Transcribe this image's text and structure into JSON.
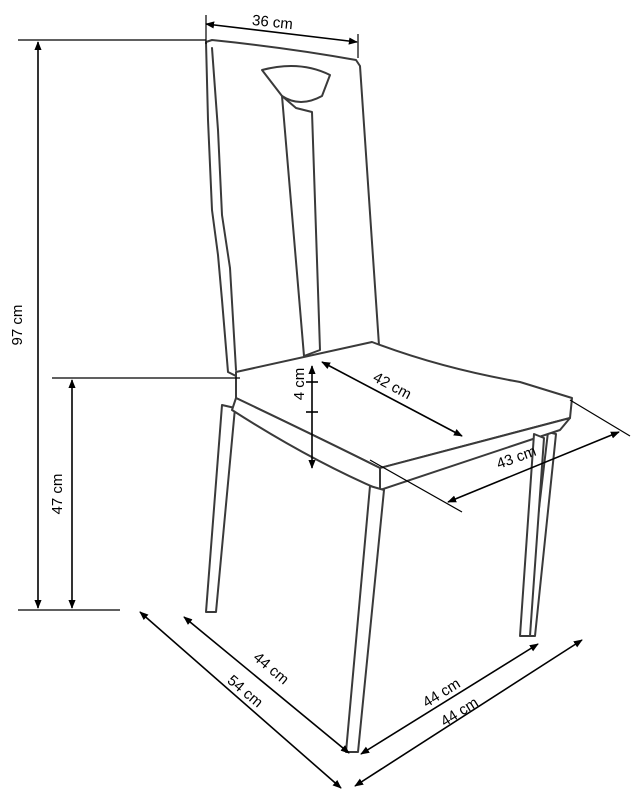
{
  "dimensions": {
    "top_width": "36 cm",
    "total_height": "97 cm",
    "seat_height": "47 cm",
    "seat_thickness": "4 cm",
    "seat_depth": "42 cm",
    "seat_width": "43 cm",
    "base_depth": "44 cm",
    "overall_depth": "54 cm",
    "base_width": "44 cm",
    "overall_width": "44 cm"
  }
}
